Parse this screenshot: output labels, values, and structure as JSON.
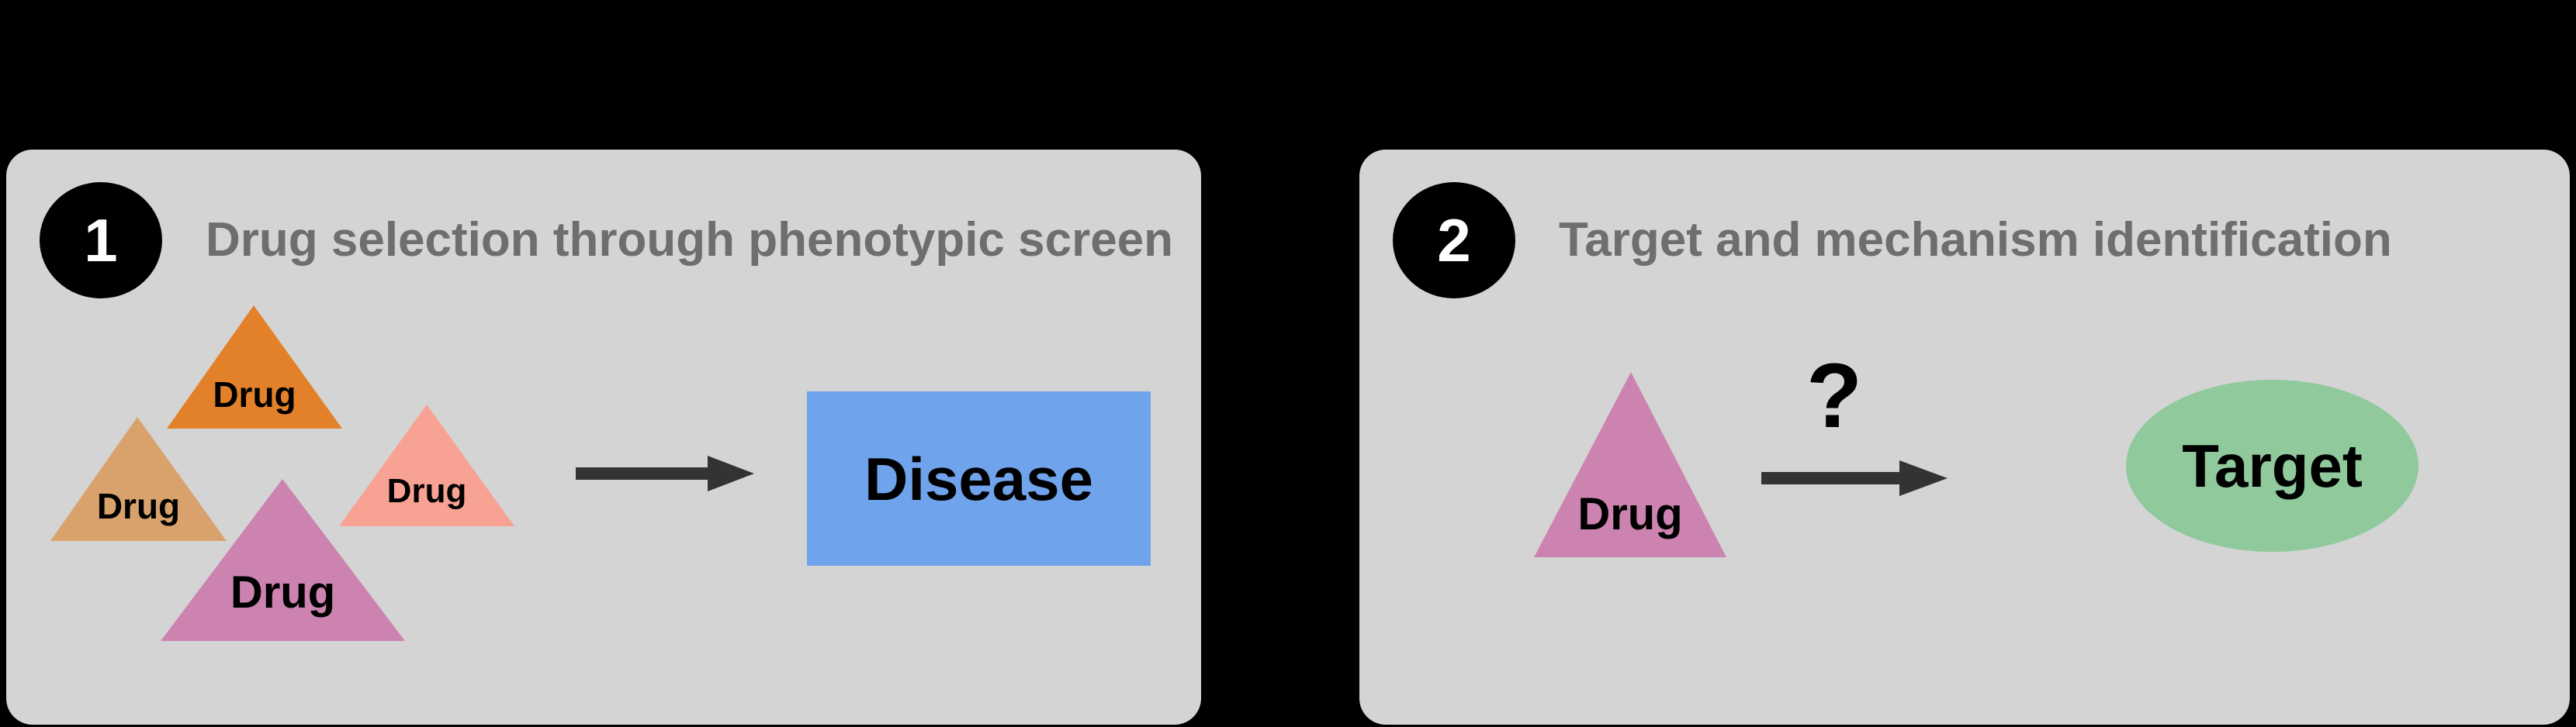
{
  "figure": {
    "background_color": "#000000",
    "panel_color": "#d4d4d4"
  },
  "panels": [
    {
      "badge_number": "1",
      "title": "Drug selection through phenotypic screen",
      "drugs": [
        {
          "label": "Drug",
          "color": "#e3812a"
        },
        {
          "label": "Drug",
          "color": "#d9a26c"
        },
        {
          "label": "Drug",
          "color": "#f7a293"
        },
        {
          "label": "Drug",
          "color": "#cd83b0"
        }
      ],
      "arrow": {
        "name": "arrow-right",
        "color": "#333333"
      },
      "outcome": {
        "label": "Disease",
        "color": "#6fa3ec",
        "shape": "rectangle"
      }
    },
    {
      "badge_number": "2",
      "title": "Target and mechanism identification",
      "drug": {
        "label": "Drug",
        "color": "#cd83b0"
      },
      "question_mark": "?",
      "arrow": {
        "name": "arrow-right",
        "color": "#333333"
      },
      "outcome": {
        "label": "Target",
        "color": "#8fc99c",
        "shape": "ellipse"
      }
    }
  ]
}
